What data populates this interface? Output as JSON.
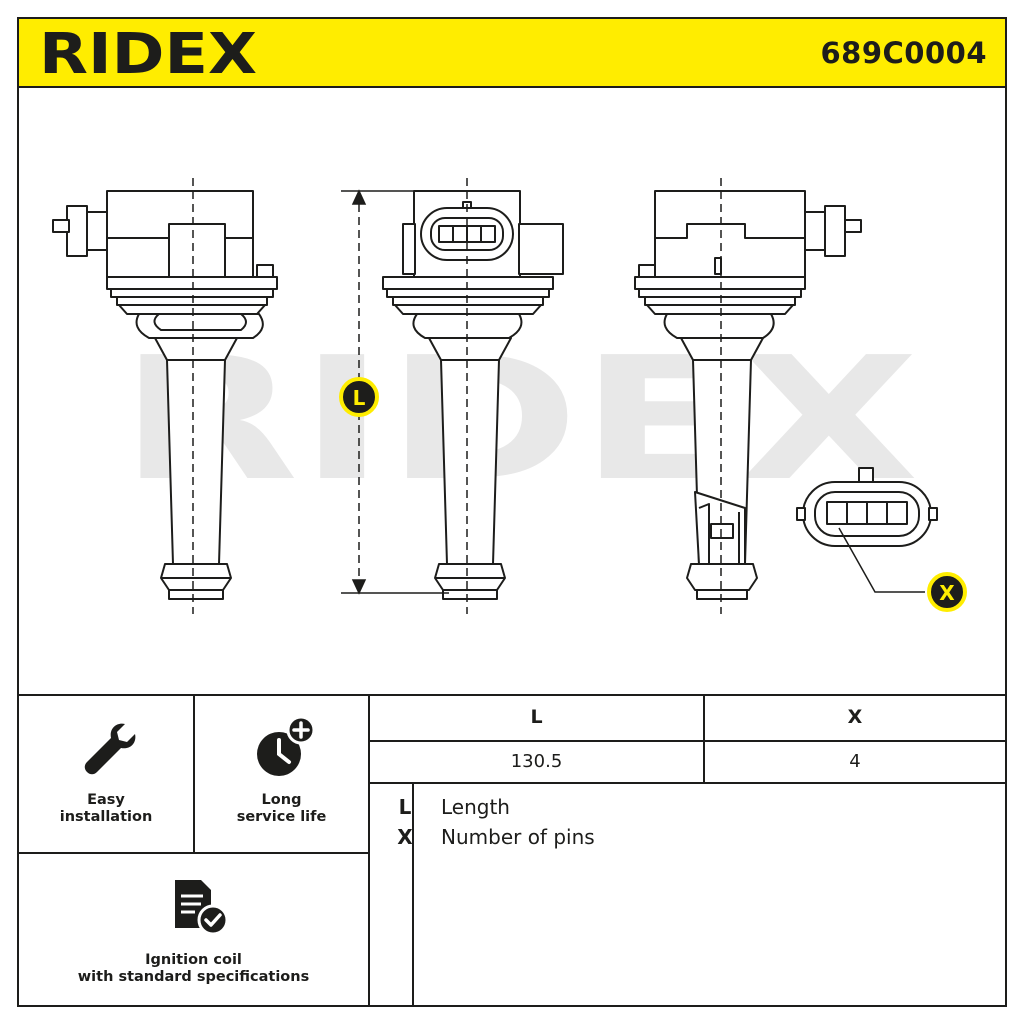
{
  "header": {
    "brand": "RIDEX",
    "part_number": "689C0004"
  },
  "colors": {
    "brand_yellow": "#ffed00",
    "ink": "#1d1d1b",
    "watermark": "#e8e8e8"
  },
  "diagram": {
    "dimension_markers": [
      "L",
      "X"
    ],
    "watermark": "RIDEX"
  },
  "features": [
    {
      "icon": "wrench-icon",
      "label_line1": "Easy",
      "label_line2": "installation"
    },
    {
      "icon": "clock-plus-icon",
      "label_line1": "Long",
      "label_line2": "service life"
    },
    {
      "icon": "document-check-icon",
      "label_line1": "Ignition coil",
      "label_line2": "with standard specifications"
    }
  ],
  "spec_table": {
    "headers": [
      "L",
      "X"
    ],
    "values": [
      "130.5",
      "4"
    ]
  },
  "legend": [
    {
      "key": "L",
      "description": "Length"
    },
    {
      "key": "X",
      "description": "Number of pins"
    }
  ]
}
